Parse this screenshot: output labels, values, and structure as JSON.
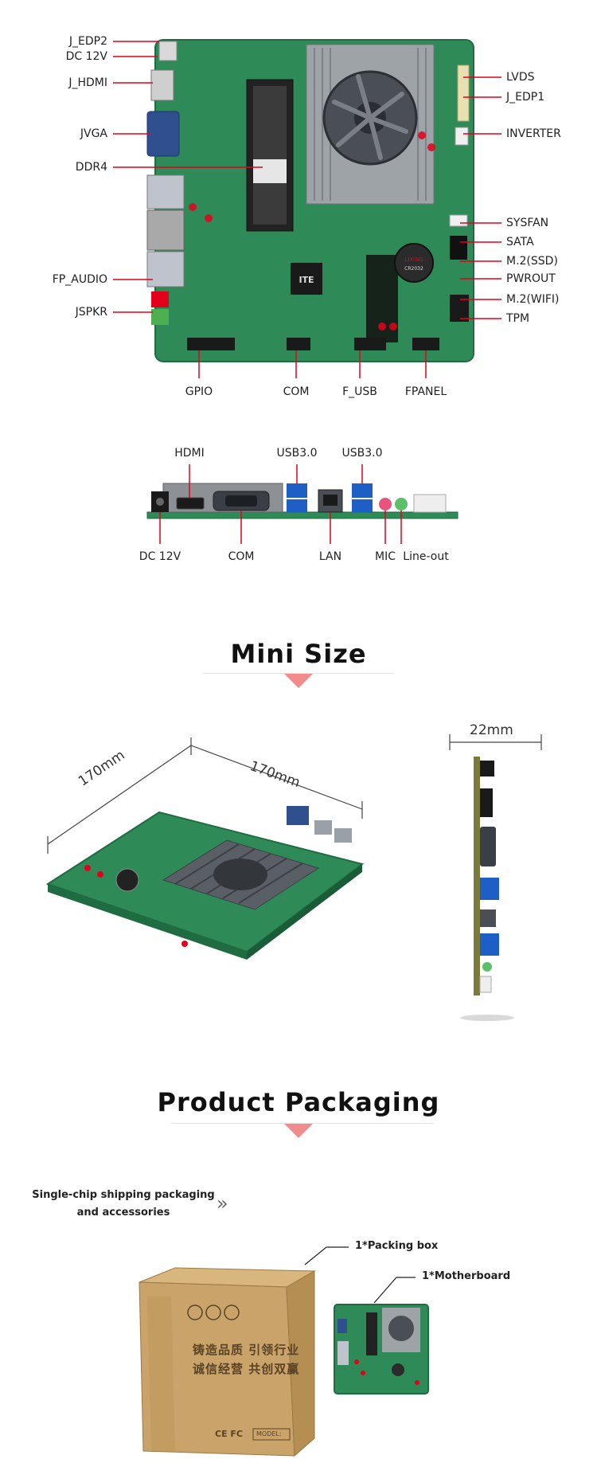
{
  "top_board": {
    "left_labels": [
      "J_EDP2",
      "DC 12V",
      "J_HDMI",
      "JVGA",
      "DDR4",
      "FP_AUDIO",
      "JSPKR"
    ],
    "right_labels": [
      "LVDS",
      "J_EDP1",
      "INVERTER",
      "SYSFAN",
      "SATA",
      "M.2(SSD)",
      "PWROUT",
      "M.2(WIFI)",
      "TPM"
    ],
    "bottom_labels": [
      "GPIO",
      "COM",
      "F_USB",
      "FPANEL"
    ],
    "chip_brand": "ITE",
    "battery_brand": "LIXING",
    "battery_model": "CR2032"
  },
  "io_panel": {
    "top_labels": [
      "HDMI",
      "USB3.0",
      "USB3.0"
    ],
    "bottom_labels": [
      "DC 12V",
      "COM",
      "LAN",
      "MIC",
      "Line-out"
    ]
  },
  "mini_size": {
    "title": "Mini Size",
    "dim_width": "170mm",
    "dim_depth": "170mm",
    "dim_thickness": "22mm"
  },
  "packaging": {
    "title": "Product Packaging",
    "note_line1": "Single-chip shipping packaging",
    "note_line2": "and accessories",
    "chevron": "»",
    "callout_box": "1*Packing box",
    "callout_board": "1*Motherboard",
    "box_line1": "铸造品质  引领行业",
    "box_line2": "诚信经营  共创双赢",
    "box_model": "MODEL:",
    "box_marks": "CE FC"
  },
  "colors": {
    "pcb": "#2e8b57",
    "pcb_dark": "#1f6b42",
    "accent_red": "#e4001b",
    "triangle": "#f28b8b",
    "cardboard": "#c9a36a"
  }
}
